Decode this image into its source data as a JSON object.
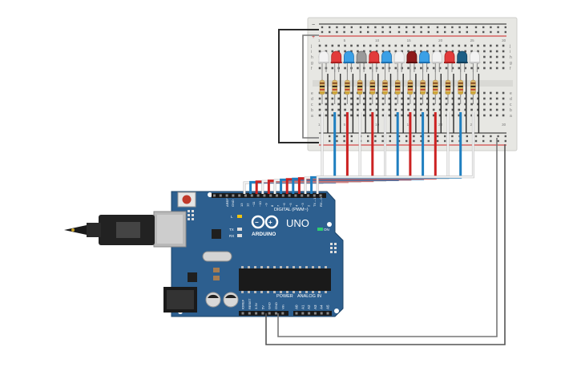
{
  "arduino": {
    "logo_text": "ARDUINO",
    "model": "UNO",
    "on_label": "ON",
    "digital_label": "DIGITAL (PWM~)",
    "power_label": "POWER",
    "analog_label": "ANALOG IN",
    "aref_label": "AREF",
    "gnd_label": "GND",
    "l_label": "L",
    "tx_label": "TX",
    "rx_label": "RX",
    "digital_pins": [
      "13",
      "12",
      "~11",
      "~10",
      "~9",
      "8",
      "7",
      "~6",
      "~5",
      "4",
      "~3",
      "2",
      "TX→1",
      "RX←0"
    ],
    "power_pins": [
      "IOREF",
      "RESET",
      "3.3V",
      "5V",
      "GND",
      "GND",
      "Vin"
    ],
    "analog_pins": [
      "A0",
      "A1",
      "A2",
      "A3",
      "A4",
      "A5"
    ]
  },
  "breadboard": {
    "row_letters_top": [
      "j",
      "i",
      "h",
      "g",
      "f"
    ],
    "row_letters_bottom": [
      "e",
      "d",
      "c",
      "b",
      "a"
    ],
    "column_numbers": [
      "1",
      "5",
      "10",
      "15",
      "20",
      "25",
      "30"
    ],
    "rail_plus": "+",
    "rail_minus": "−"
  },
  "leds": [
    "white",
    "red",
    "blue",
    "gray",
    "red",
    "blue",
    "white",
    "darkred",
    "blue",
    "white",
    "red",
    "darkblue",
    "white"
  ],
  "colors": {
    "board": "#2d5f8f",
    "board_edge": "#1d4468",
    "breadboard": "#e7e7e3",
    "wire_red": "#cc2222",
    "wire_blue": "#1f7fc0",
    "wire_white": "#f4f4f4",
    "wire_black": "#2a2a2a",
    "wire_gray": "#777777"
  }
}
